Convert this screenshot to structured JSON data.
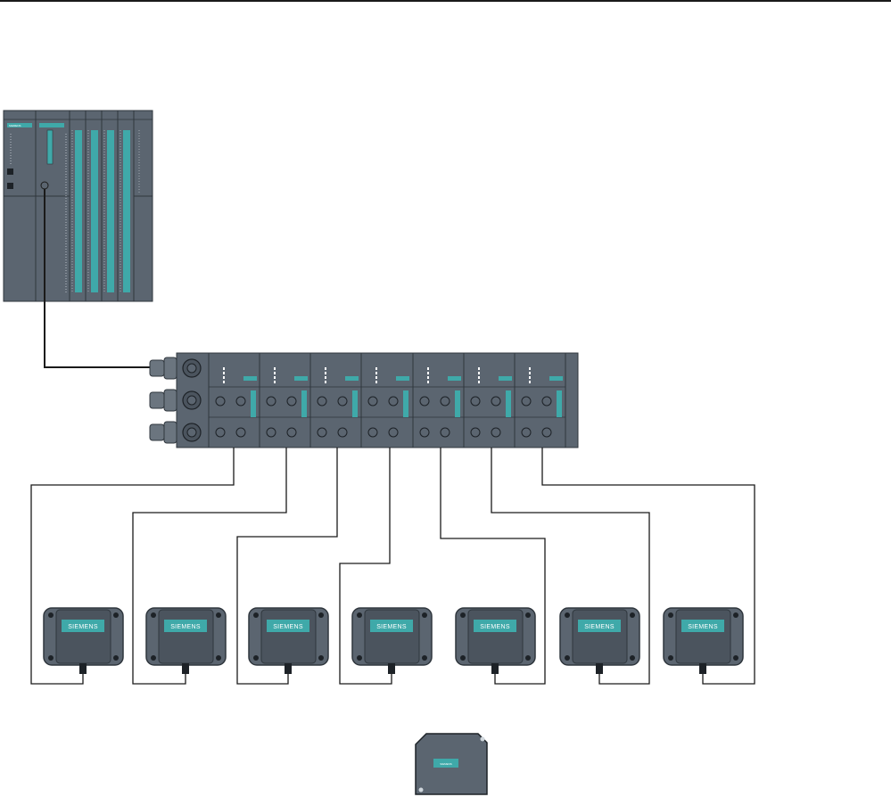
{
  "brand_label": "SIEMENS",
  "colors": {
    "device_body": "#5b6570",
    "device_body_dark": "#4b545e",
    "device_edge": "#2f363d",
    "accent_teal": "#3fa9a9",
    "cable": "#1a1a1a",
    "background": "#ffffff"
  },
  "plc": {
    "label": "SIEMENS"
  },
  "communication_module": {
    "channel_count": 7
  },
  "readers": [
    {
      "label": "SIEMENS"
    },
    {
      "label": "SIEMENS"
    },
    {
      "label": "SIEMENS"
    },
    {
      "label": "SIEMENS"
    },
    {
      "label": "SIEMENS"
    },
    {
      "label": "SIEMENS"
    },
    {
      "label": "SIEMENS"
    }
  ],
  "transponder": {
    "label": "SIEMENS"
  }
}
